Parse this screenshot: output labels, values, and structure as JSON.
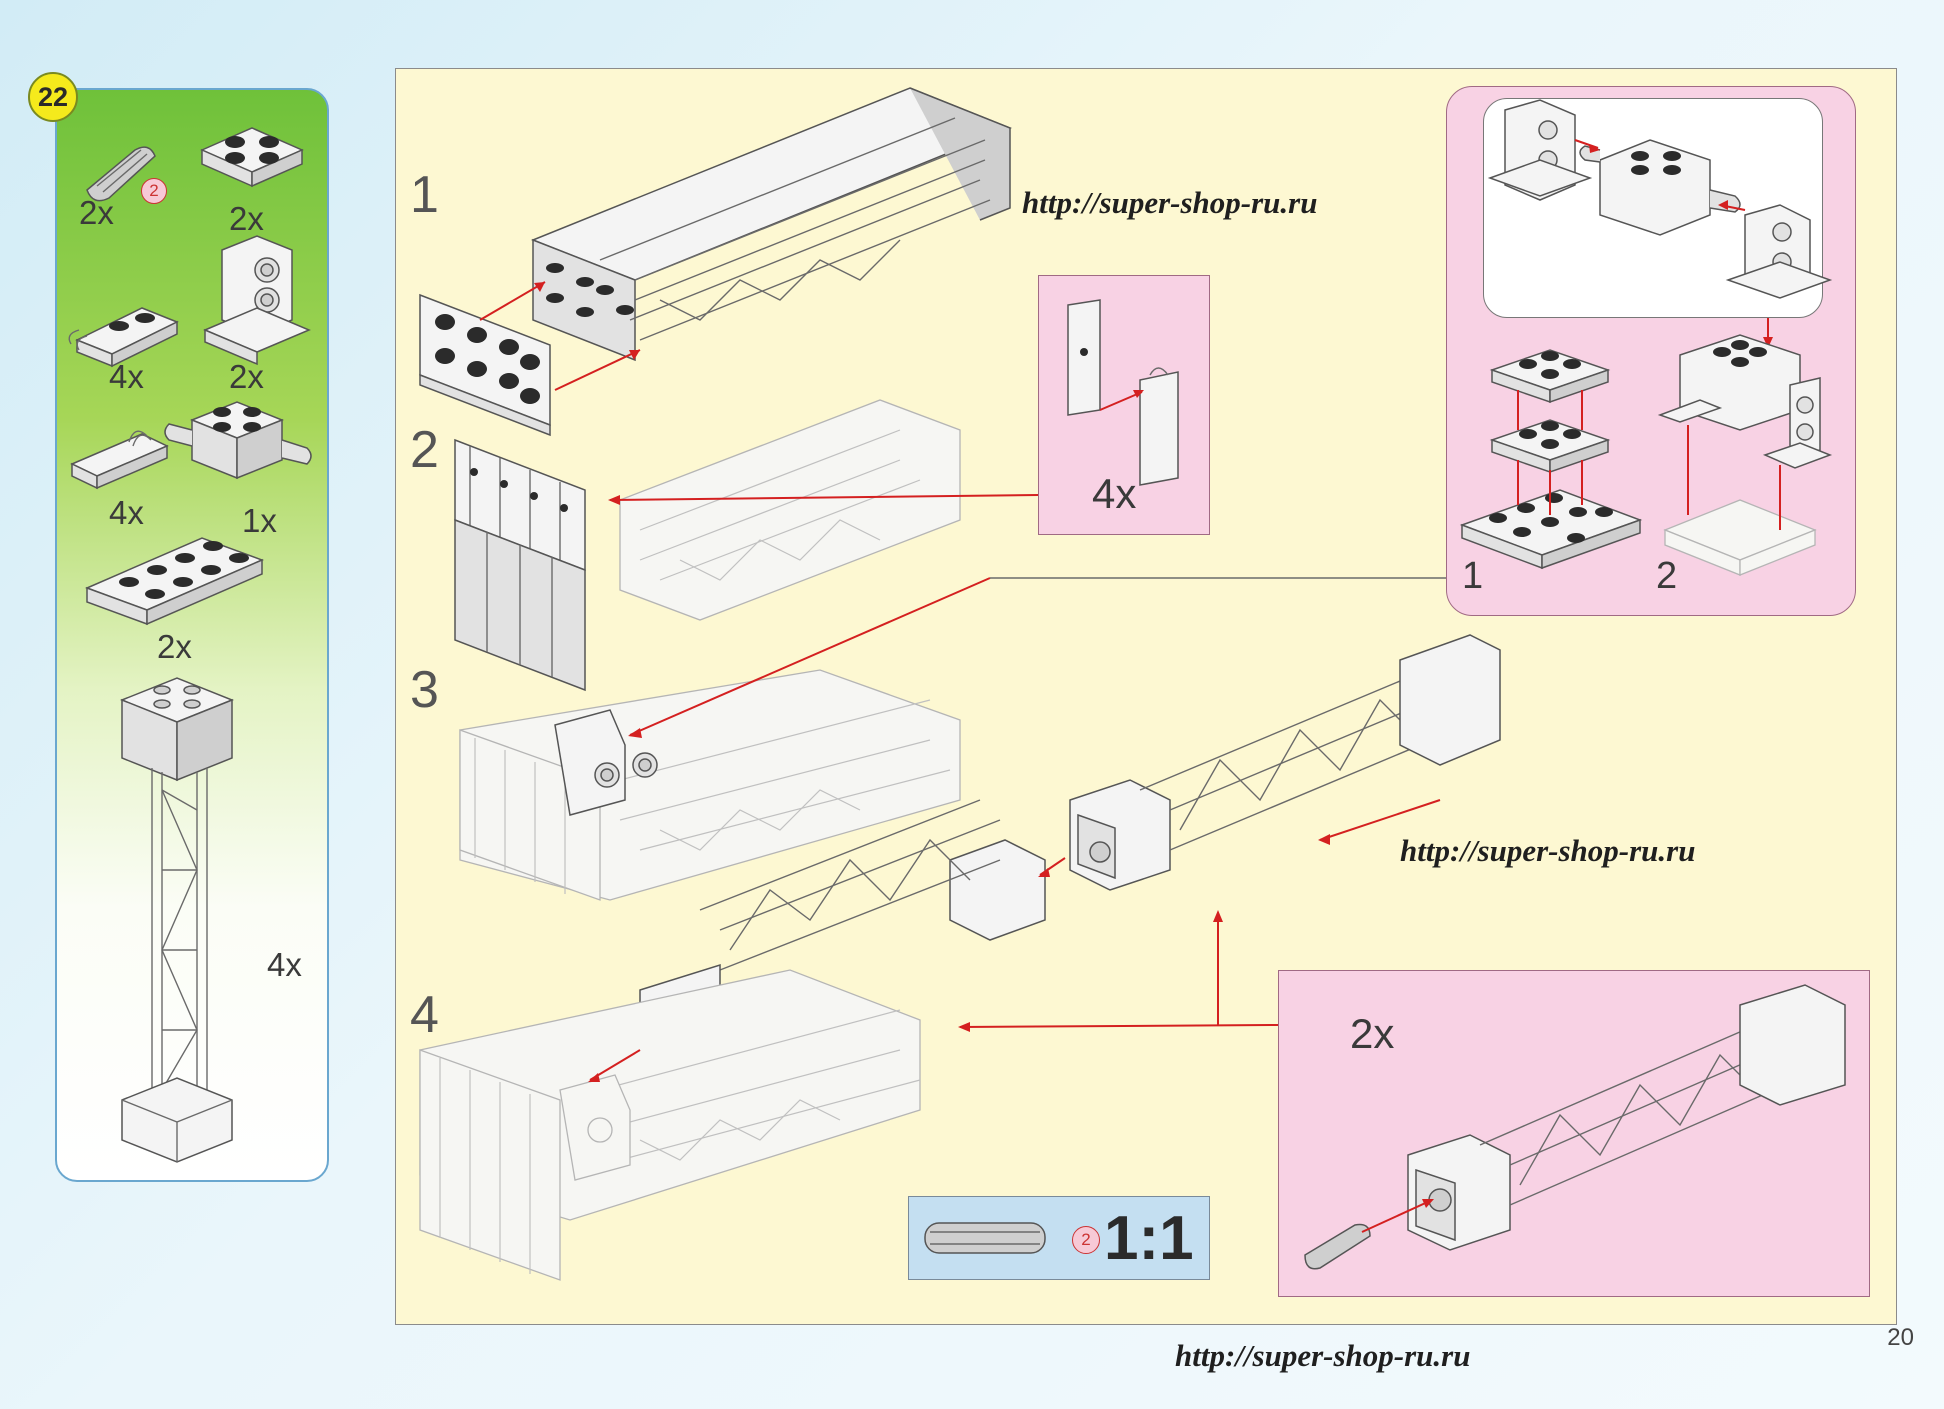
{
  "step": {
    "number": "22"
  },
  "parts": [
    {
      "qty": "2x",
      "icon": "grey-axle-pin-icon",
      "size_badge": "2"
    },
    {
      "qty": "2x",
      "icon": "white-plate-2x2-icon"
    },
    {
      "qty": "4x",
      "icon": "white-plate-1x2-clip-icon"
    },
    {
      "qty": "2x",
      "icon": "white-technic-pin-connector-icon"
    },
    {
      "qty": "4x",
      "icon": "white-tile-1x2-handle-icon"
    },
    {
      "qty": "1x",
      "icon": "white-brick-2x2-axle-icon"
    },
    {
      "qty": "2x",
      "icon": "white-plate-2x4-icon"
    },
    {
      "qty": "4x",
      "icon": "white-truss-pillar-icon"
    }
  ],
  "steps": [
    {
      "label": "1"
    },
    {
      "label": "2"
    },
    {
      "label": "3"
    },
    {
      "label": "4"
    }
  ],
  "callouts": {
    "clip_qty": "4x",
    "sub_step_1": "1",
    "sub_step_2": "2",
    "beam_qty": "2x"
  },
  "scale": {
    "badge": "2",
    "text": "1:1"
  },
  "watermarks": {
    "top": "http://super-shop-ru.ru",
    "middle": "http://super-shop-ru.ru",
    "bottom": "http://super-shop-ru.ru"
  },
  "page": {
    "number": "20"
  },
  "colors": {
    "accent_red": "#d42020",
    "panel_green": "#6fc13a",
    "callout_pink": "#f8d2e4",
    "main_bg": "#fdf8d2"
  }
}
